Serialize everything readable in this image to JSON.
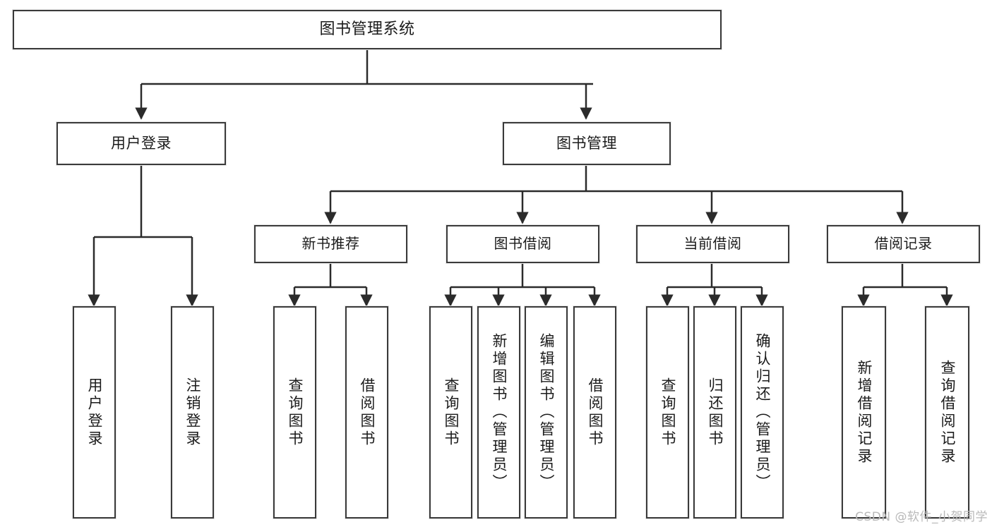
{
  "diagram": {
    "title": "图书管理系统",
    "type": "hierarchy-tree",
    "orientation": "top-down",
    "colors": {
      "background": "#ffffff",
      "box_border": "#3a3a3a",
      "box_fill": "#ffffff",
      "connector": "#2b2b2b",
      "text": "#1b1b1b",
      "watermark": "#b9b9b9"
    }
  },
  "watermark": {
    "text": "CSDN @软件_小贺同学"
  },
  "nodes": {
    "root": {
      "label": "图书管理系统",
      "level": 0
    },
    "level1": [
      {
        "id": "user-login",
        "label": "用户登录"
      },
      {
        "id": "book-management",
        "label": "图书管理"
      }
    ],
    "level2": [
      {
        "id": "new-book-recommend",
        "label": "新书推荐",
        "parent": "book-management"
      },
      {
        "id": "book-borrow",
        "label": "图书借阅",
        "parent": "book-management"
      },
      {
        "id": "current-borrow",
        "label": "当前借阅",
        "parent": "book-management"
      },
      {
        "id": "borrow-record",
        "label": "借阅记录",
        "parent": "book-management"
      }
    ],
    "leaves": {
      "user-login": [
        {
          "id": "leaf-user-login",
          "label": "用户登录"
        },
        {
          "id": "leaf-user-logout",
          "label": "注销登录"
        }
      ],
      "new-book-recommend": [
        {
          "id": "leaf-query-book-1",
          "label": "查询图书"
        },
        {
          "id": "leaf-borrow-book-1",
          "label": "借阅图书"
        }
      ],
      "book-borrow": [
        {
          "id": "leaf-query-book-2",
          "label": "查询图书"
        },
        {
          "id": "leaf-add-book",
          "label": "新增图书（管理员）"
        },
        {
          "id": "leaf-edit-book",
          "label": "编辑图书（管理员）"
        },
        {
          "id": "leaf-borrow-book-2",
          "label": "借阅图书"
        }
      ],
      "current-borrow": [
        {
          "id": "leaf-query-book-3",
          "label": "查询图书"
        },
        {
          "id": "leaf-return-book",
          "label": "归还图书"
        },
        {
          "id": "leaf-confirm-return",
          "label": "确认归还（管理员）"
        }
      ],
      "borrow-record": [
        {
          "id": "leaf-add-record",
          "label": "新增借阅记录"
        },
        {
          "id": "leaf-query-record",
          "label": "查询借阅记录"
        }
      ]
    }
  }
}
